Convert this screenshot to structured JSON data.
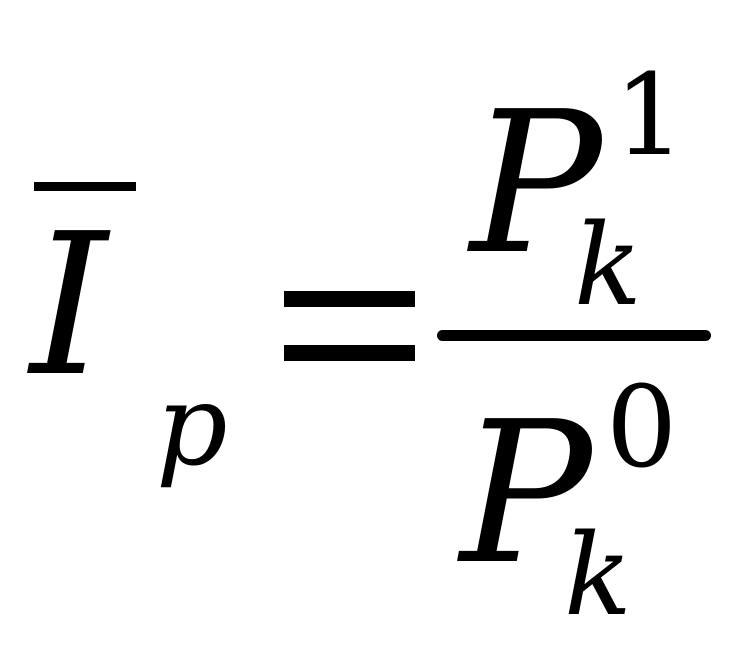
{
  "formula": {
    "lhs": {
      "variable": "I",
      "subscript": "p"
    },
    "relation": "=",
    "rhs": {
      "numerator": {
        "base": "P",
        "superscript": "1",
        "subscript": "k"
      },
      "denominator": {
        "base": "P",
        "superscript": "0",
        "subscript": "k"
      }
    }
  }
}
